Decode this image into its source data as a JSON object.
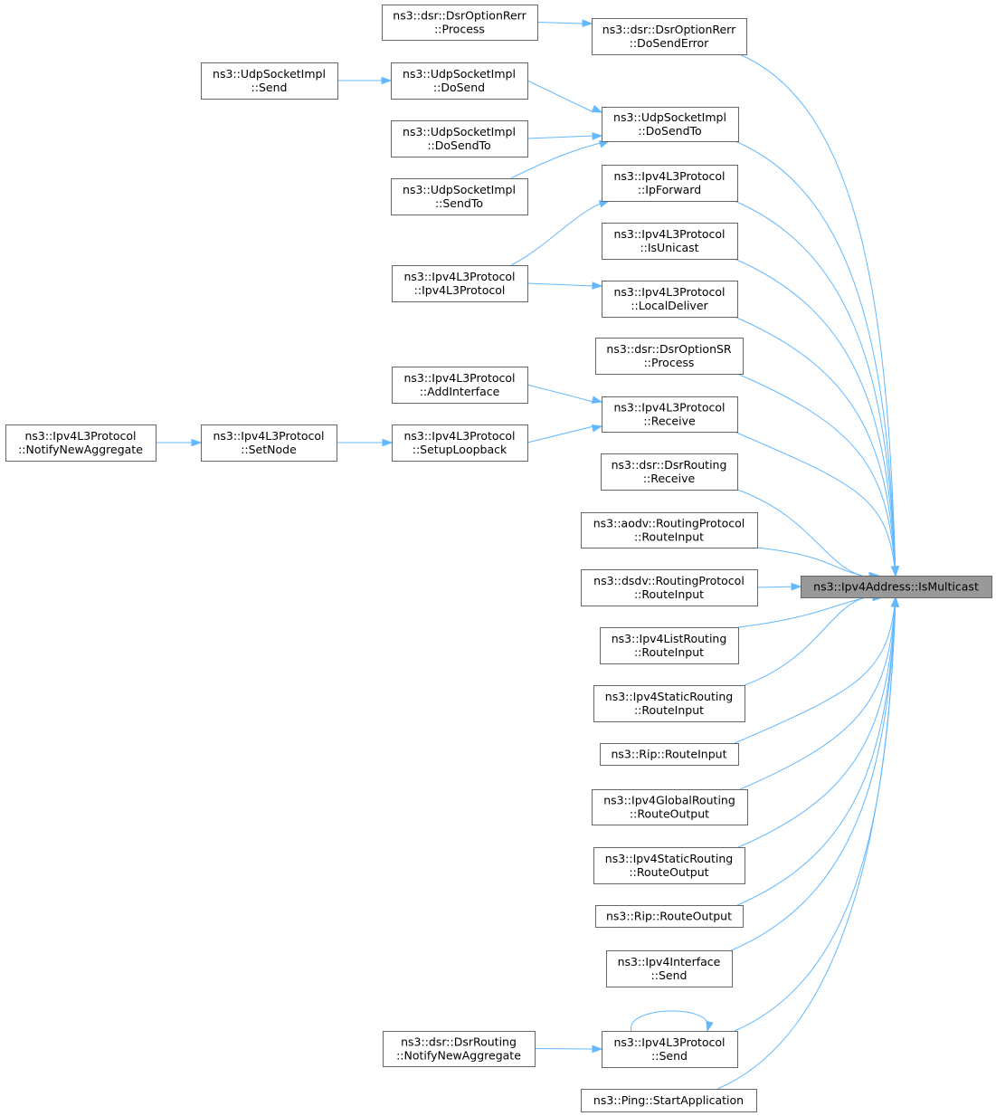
{
  "diagram": {
    "accent_edge_color": "#63b8ff",
    "target_fill_color": "#999999",
    "nodes": [
      {
        "id": "target",
        "lines": [
          "ns3::Ipv4Address::IsMulticast"
        ],
        "target": true
      },
      {
        "id": "dsr_rerr_dosenderror",
        "lines": [
          "ns3::dsr::DsrOptionRerr",
          "::DoSendError"
        ]
      },
      {
        "id": "dsr_rerr_process",
        "lines": [
          "ns3::dsr::DsrOptionRerr",
          "::Process"
        ]
      },
      {
        "id": "udp_dosendto",
        "lines": [
          "ns3::UdpSocketImpl",
          "::DoSendTo"
        ]
      },
      {
        "id": "udp_dosend",
        "lines": [
          "ns3::UdpSocketImpl",
          "::DoSend"
        ]
      },
      {
        "id": "udp_send",
        "lines": [
          "ns3::UdpSocketImpl",
          "::Send"
        ]
      },
      {
        "id": "udp_dosendto2",
        "lines": [
          "ns3::UdpSocketImpl",
          "::DoSendTo"
        ]
      },
      {
        "id": "udp_sendto",
        "lines": [
          "ns3::UdpSocketImpl",
          "::SendTo"
        ]
      },
      {
        "id": "ipv4l3_ipforward",
        "lines": [
          "ns3::Ipv4L3Protocol",
          "::IpForward"
        ]
      },
      {
        "id": "ipv4l3_ctor",
        "lines": [
          "ns3::Ipv4L3Protocol",
          "::Ipv4L3Protocol"
        ]
      },
      {
        "id": "ipv4l3_isunicast",
        "lines": [
          "ns3::Ipv4L3Protocol",
          "::IsUnicast"
        ]
      },
      {
        "id": "ipv4l3_localdeliver",
        "lines": [
          "ns3::Ipv4L3Protocol",
          "::LocalDeliver"
        ]
      },
      {
        "id": "dsr_sr_process",
        "lines": [
          "ns3::dsr::DsrOptionSR",
          "::Process"
        ]
      },
      {
        "id": "ipv4l3_receive",
        "lines": [
          "ns3::Ipv4L3Protocol",
          "::Receive"
        ]
      },
      {
        "id": "ipv4l3_addinterface",
        "lines": [
          "ns3::Ipv4L3Protocol",
          "::AddInterface"
        ]
      },
      {
        "id": "ipv4l3_setuploopback",
        "lines": [
          "ns3::Ipv4L3Protocol",
          "::SetupLoopback"
        ]
      },
      {
        "id": "ipv4l3_setnode",
        "lines": [
          "ns3::Ipv4L3Protocol",
          "::SetNode"
        ]
      },
      {
        "id": "ipv4l3_notifynewaggregate",
        "lines": [
          "ns3::Ipv4L3Protocol",
          "::NotifyNewAggregate"
        ]
      },
      {
        "id": "dsr_routing_receive",
        "lines": [
          "ns3::dsr::DsrRouting",
          "::Receive"
        ]
      },
      {
        "id": "aodv_routeinput",
        "lines": [
          "ns3::aodv::RoutingProtocol",
          "::RouteInput"
        ]
      },
      {
        "id": "dsdv_routeinput",
        "lines": [
          "ns3::dsdv::RoutingProtocol",
          "::RouteInput"
        ]
      },
      {
        "id": "listrouting_routeinput",
        "lines": [
          "ns3::Ipv4ListRouting",
          "::RouteInput"
        ]
      },
      {
        "id": "static_routeinput",
        "lines": [
          "ns3::Ipv4StaticRouting",
          "::RouteInput"
        ]
      },
      {
        "id": "rip_routeinput",
        "lines": [
          "ns3::Rip::RouteInput"
        ]
      },
      {
        "id": "global_routeoutput",
        "lines": [
          "ns3::Ipv4GlobalRouting",
          "::RouteOutput"
        ]
      },
      {
        "id": "static_routeoutput",
        "lines": [
          "ns3::Ipv4StaticRouting",
          "::RouteOutput"
        ]
      },
      {
        "id": "rip_routeoutput",
        "lines": [
          "ns3::Rip::RouteOutput"
        ]
      },
      {
        "id": "ipv4interface_send",
        "lines": [
          "ns3::Ipv4Interface",
          "::Send"
        ]
      },
      {
        "id": "ipv4l3_send",
        "lines": [
          "ns3::Ipv4L3Protocol",
          "::Send"
        ]
      },
      {
        "id": "dsr_routing_notify",
        "lines": [
          "ns3::dsr::DsrRouting",
          "::NotifyNewAggregate"
        ]
      },
      {
        "id": "ping_startapplication",
        "lines": [
          "ns3::Ping::StartApplication"
        ]
      }
    ],
    "edges": [
      {
        "from": "dsr_rerr_dosenderror",
        "to": "target"
      },
      {
        "from": "dsr_rerr_process",
        "to": "dsr_rerr_dosenderror"
      },
      {
        "from": "udp_dosendto",
        "to": "target"
      },
      {
        "from": "udp_dosend",
        "to": "udp_dosendto"
      },
      {
        "from": "udp_send",
        "to": "udp_dosend"
      },
      {
        "from": "udp_dosendto2",
        "to": "udp_dosendto"
      },
      {
        "from": "udp_sendto",
        "to": "udp_dosendto"
      },
      {
        "from": "ipv4l3_ipforward",
        "to": "target"
      },
      {
        "from": "ipv4l3_ctor",
        "to": "ipv4l3_ipforward"
      },
      {
        "from": "ipv4l3_isunicast",
        "to": "target"
      },
      {
        "from": "ipv4l3_localdeliver",
        "to": "target"
      },
      {
        "from": "ipv4l3_ctor",
        "to": "ipv4l3_localdeliver"
      },
      {
        "from": "dsr_sr_process",
        "to": "target"
      },
      {
        "from": "ipv4l3_receive",
        "to": "target"
      },
      {
        "from": "ipv4l3_addinterface",
        "to": "ipv4l3_receive"
      },
      {
        "from": "ipv4l3_setuploopback",
        "to": "ipv4l3_receive"
      },
      {
        "from": "ipv4l3_setnode",
        "to": "ipv4l3_setuploopback"
      },
      {
        "from": "ipv4l3_notifynewaggregate",
        "to": "ipv4l3_setnode"
      },
      {
        "from": "dsr_routing_receive",
        "to": "target"
      },
      {
        "from": "aodv_routeinput",
        "to": "target"
      },
      {
        "from": "dsdv_routeinput",
        "to": "target"
      },
      {
        "from": "listrouting_routeinput",
        "to": "target"
      },
      {
        "from": "static_routeinput",
        "to": "target"
      },
      {
        "from": "rip_routeinput",
        "to": "target"
      },
      {
        "from": "global_routeoutput",
        "to": "target"
      },
      {
        "from": "static_routeoutput",
        "to": "target"
      },
      {
        "from": "rip_routeoutput",
        "to": "target"
      },
      {
        "from": "ipv4interface_send",
        "to": "target"
      },
      {
        "from": "ipv4l3_send",
        "to": "target"
      },
      {
        "from": "ipv4l3_send",
        "to": "ipv4l3_send"
      },
      {
        "from": "dsr_routing_notify",
        "to": "ipv4l3_send"
      },
      {
        "from": "ping_startapplication",
        "to": "target"
      }
    ]
  }
}
